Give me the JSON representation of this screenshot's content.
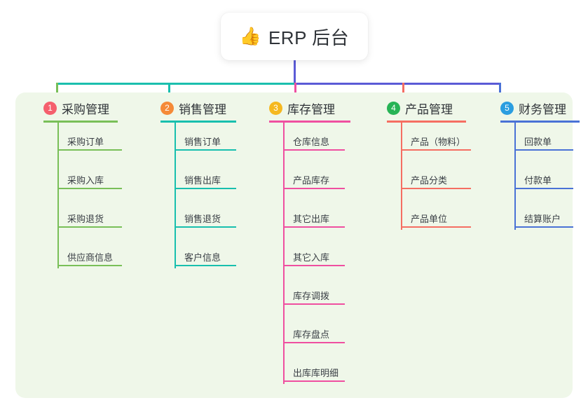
{
  "root": {
    "icon": "thumbs-up-icon",
    "emoji": "👍",
    "title": "ERP 后台"
  },
  "theme": {
    "panel_bg": "#eff7e9",
    "page_bg": "#ffffff",
    "root_stem": "#5b5bd6",
    "trunk_left": "#1bbfae",
    "trunk_right": "#5b5bd6",
    "text": "#2f3338"
  },
  "columns": [
    {
      "number": "1",
      "title": "采购管理",
      "badge_color": "#f55f6d",
      "line_color": "#79bf58",
      "items": [
        {
          "label": "采购订单"
        },
        {
          "label": "采购入库"
        },
        {
          "label": "采购退货"
        },
        {
          "label": "供应商信息"
        }
      ]
    },
    {
      "number": "2",
      "title": "销售管理",
      "badge_color": "#f58a38",
      "line_color": "#18bfae",
      "items": [
        {
          "label": "销售订单"
        },
        {
          "label": "销售出库"
        },
        {
          "label": "销售退货"
        },
        {
          "label": "客户信息"
        }
      ]
    },
    {
      "number": "3",
      "title": "库存管理",
      "badge_color": "#f5b820",
      "line_color": "#ef4fa0",
      "items": [
        {
          "label": "仓库信息"
        },
        {
          "label": "产品库存"
        },
        {
          "label": "其它出库"
        },
        {
          "label": "其它入库"
        },
        {
          "label": "库存调拨"
        },
        {
          "label": "库存盘点"
        },
        {
          "label": "出库库明细"
        }
      ]
    },
    {
      "number": "4",
      "title": "产品管理",
      "badge_color": "#27b355",
      "line_color": "#f56e62",
      "items": [
        {
          "label": "产品（物料）"
        },
        {
          "label": "产品分类"
        },
        {
          "label": "产品单位"
        }
      ]
    },
    {
      "number": "5",
      "title": "财务管理",
      "badge_color": "#2b9ee0",
      "line_color": "#4a72d6",
      "items": [
        {
          "label": "回款单"
        },
        {
          "label": "付款单"
        },
        {
          "label": "结算账户"
        }
      ]
    }
  ]
}
